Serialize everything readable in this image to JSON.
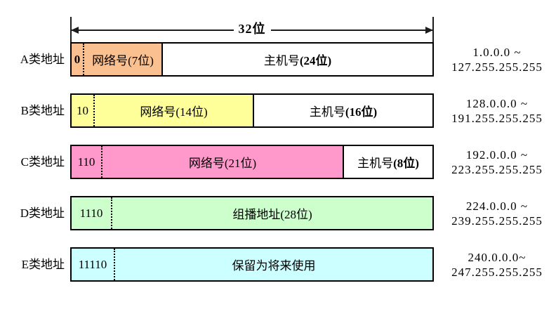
{
  "header": {
    "width_label": "32位"
  },
  "rows": [
    {
      "label": "A类地址",
      "prefix_bits": "0",
      "network_label": "网络号(7位)",
      "host_label": "主机号",
      "host_bits_label": "(24位)",
      "range_start": "1.0.0.0 ~",
      "range_end": "127.255.255.255",
      "color": "#FAC090"
    },
    {
      "label": "B类地址",
      "prefix_bits": "10",
      "network_label": "网络号(14位)",
      "host_label": "主机号",
      "host_bits_label": "(16位)",
      "range_start": "128.0.0.0 ~",
      "range_end": "191.255.255.255",
      "color": "#FFFF99"
    },
    {
      "label": "C类地址",
      "prefix_bits": "110",
      "network_label": "网络号(21位)",
      "host_label": "主机号",
      "host_bits_label": "(8位)",
      "range_start": "192.0.0.0 ~",
      "range_end": "223.255.255.255",
      "color": "#FF99CC"
    },
    {
      "label": "D类地址",
      "prefix_bits": "1110",
      "network_label": "组播地址(28位)",
      "range_start": "224.0.0.0 ~",
      "range_end": "239.255.255.255",
      "color": "#CCFFCC"
    },
    {
      "label": "E类地址",
      "prefix_bits": "11110",
      "network_label": "保留为将来使用",
      "range_start": "240.0.0.0~",
      "range_end": "247.255.255.255",
      "color": "#CCFFFF"
    }
  ]
}
